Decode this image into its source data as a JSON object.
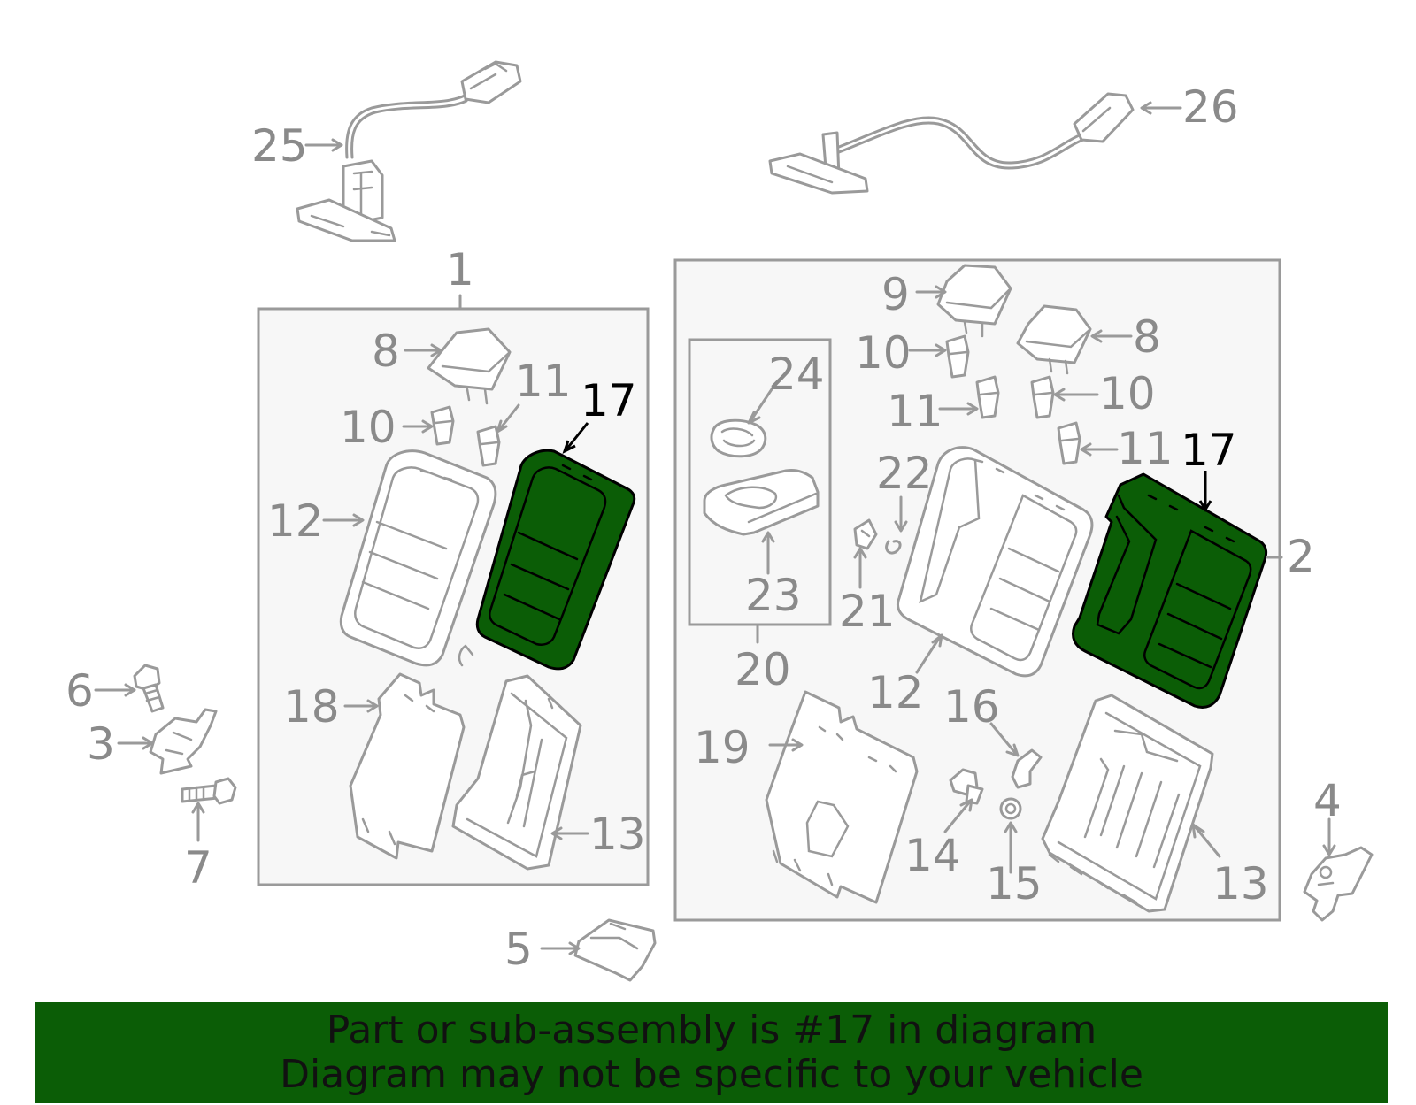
{
  "colors": {
    "highlight": "#0b5d06",
    "banner_bg": "#0b5d06",
    "line_gray": "#9a9a9a",
    "label_gray": "#8a8a8a"
  },
  "callouts": {
    "c1": "1",
    "c2": "2",
    "c3": "3",
    "c4": "4",
    "c5": "5",
    "c6": "6",
    "c7": "7",
    "c8_left": "8",
    "c8_right": "8",
    "c9": "9",
    "c10_left": "10",
    "c10_right_a": "10",
    "c10_right_b": "10",
    "c11_left": "11",
    "c11_right_a": "11",
    "c11_right_b": "11",
    "c12_left": "12",
    "c12_right": "12",
    "c13_left": "13",
    "c13_right": "13",
    "c14": "14",
    "c15": "15",
    "c16": "16",
    "c17_left": "17",
    "c17_right": "17",
    "c18": "18",
    "c19": "19",
    "c20": "20",
    "c21": "21",
    "c22": "22",
    "c23": "23",
    "c24": "24",
    "c25": "25",
    "c26": "26"
  },
  "banner": {
    "line1": "Part or sub-assembly is #17 in diagram",
    "line2": "Diagram may not be specific to your vehicle"
  }
}
